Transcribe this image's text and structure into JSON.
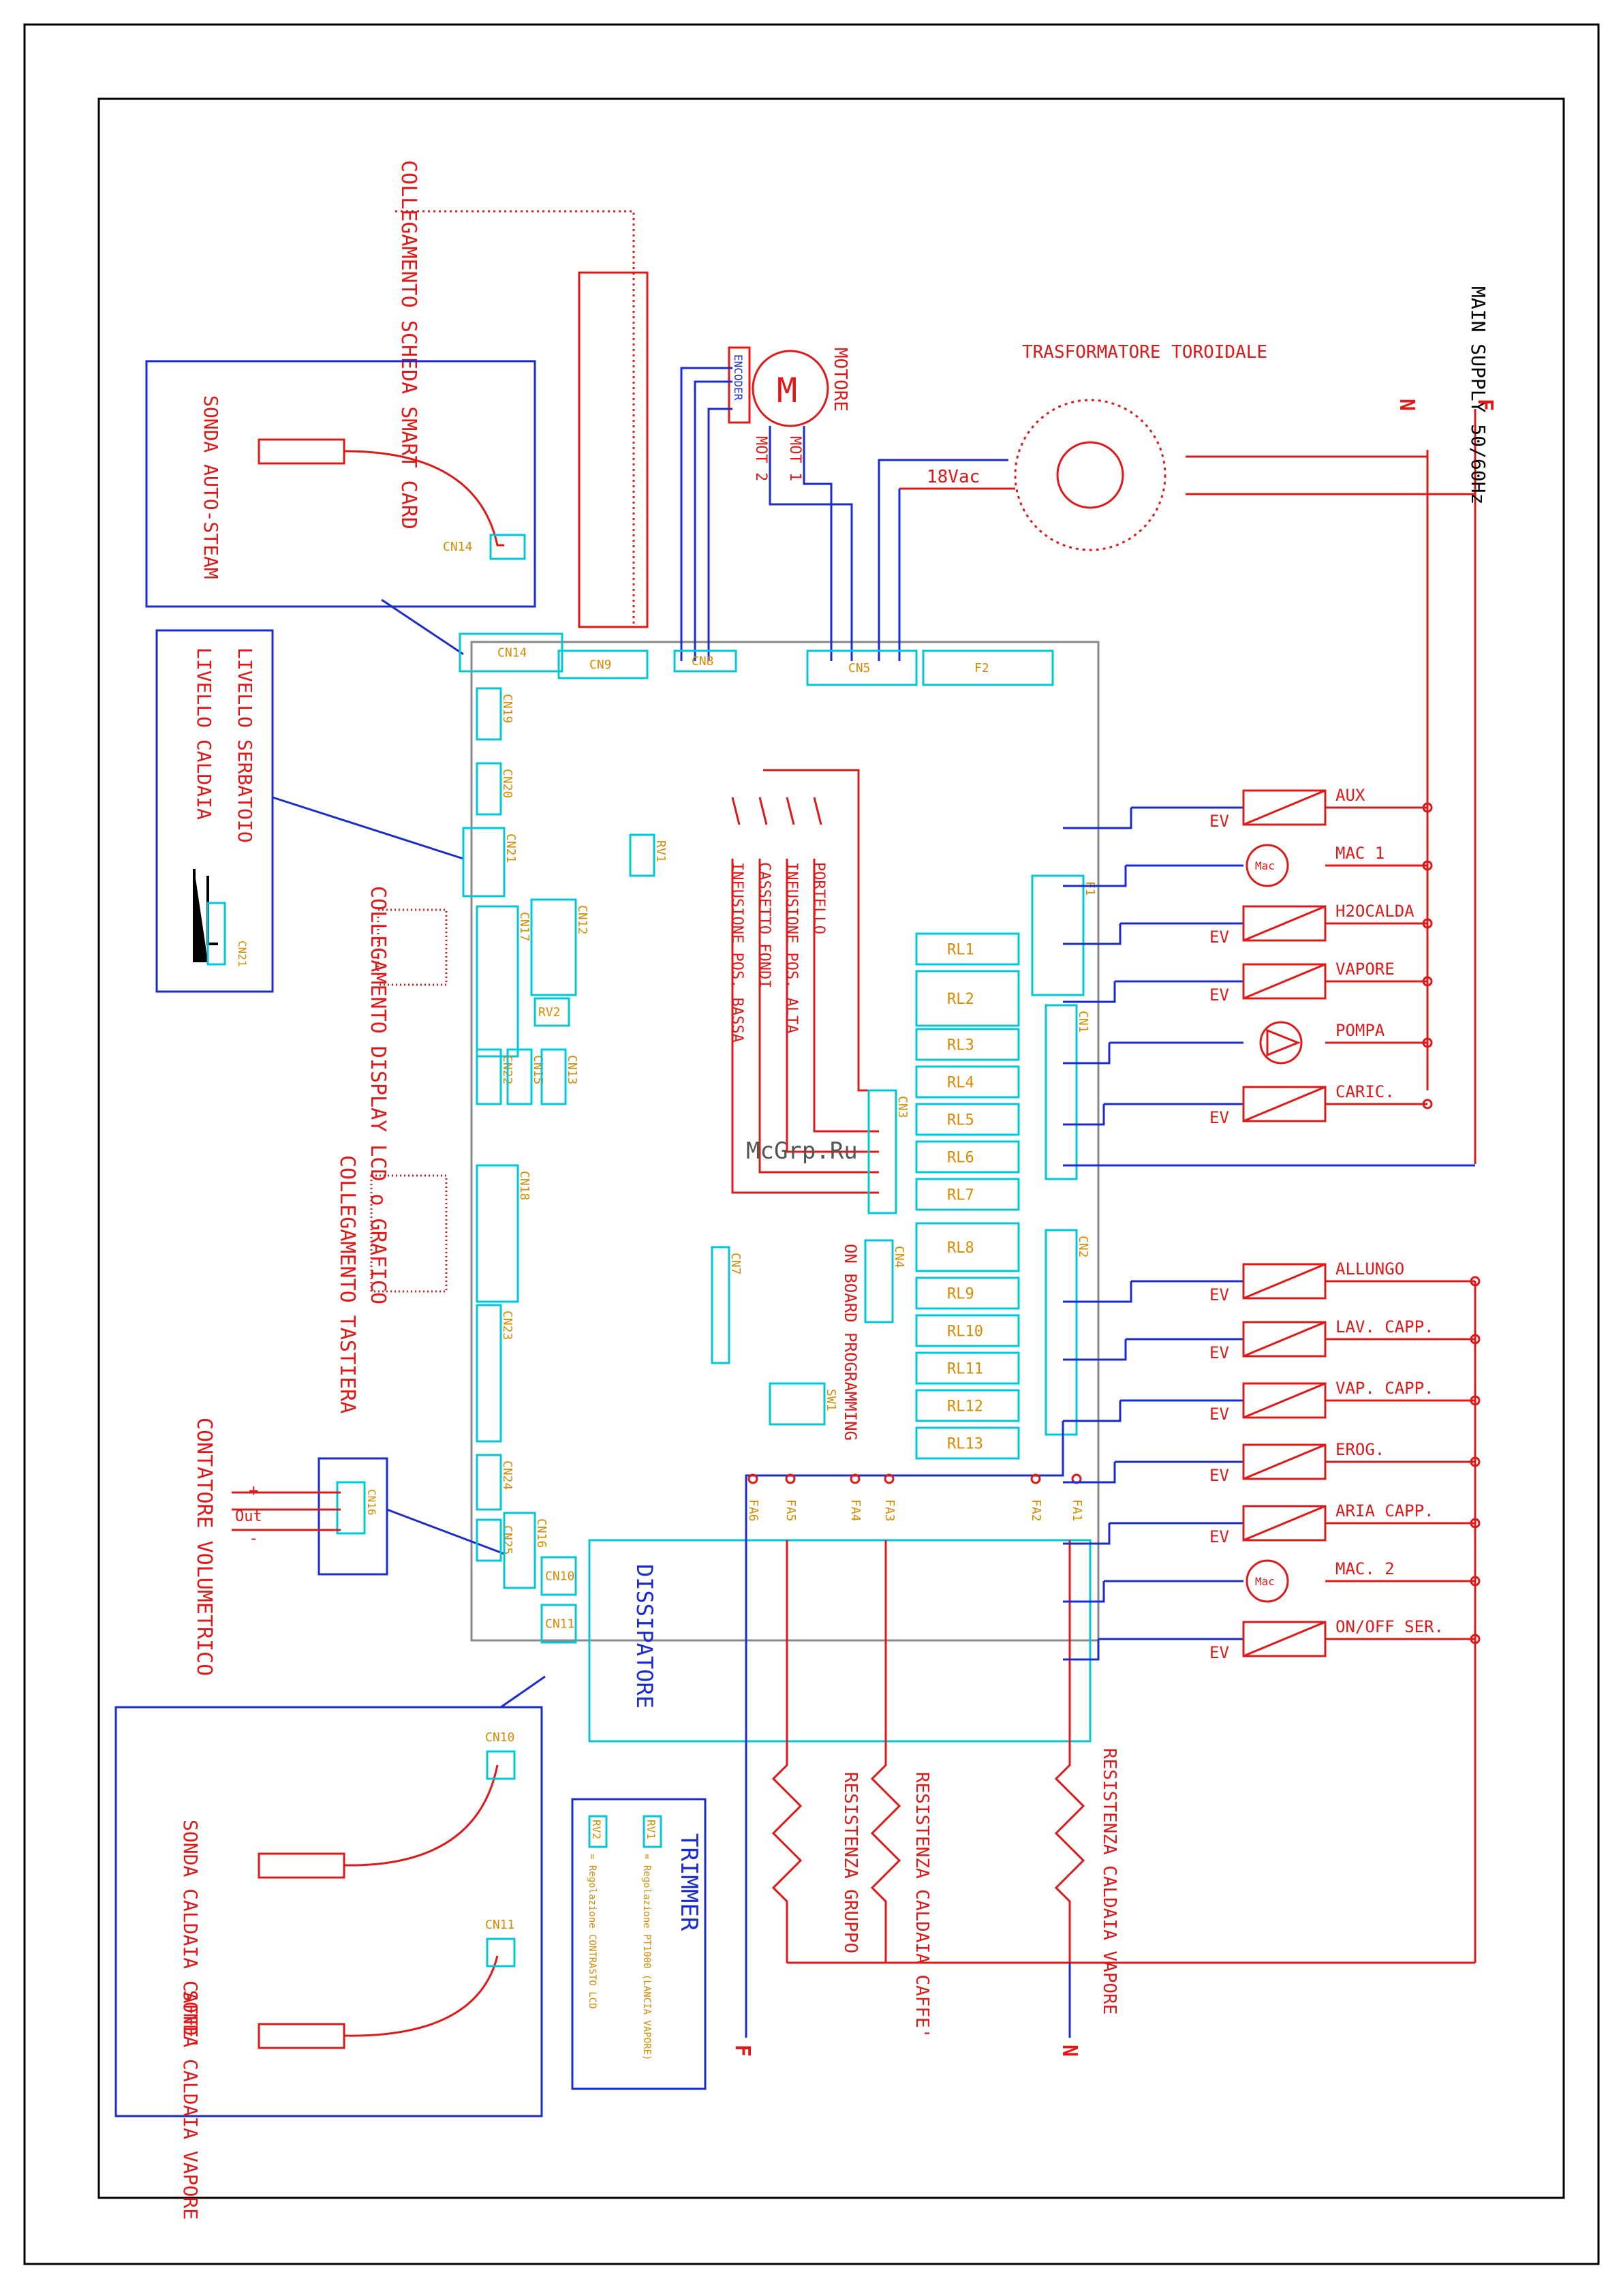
{
  "watermark": "McGrp.Ru",
  "labels": {
    "main_supply": "MAIN SUPPLY\n50/60Hz",
    "n_top": "N",
    "f_top": "F",
    "trasformatore": "TRASFORMATORE TOROIDALE",
    "vac": "18Vac",
    "motore": "MOTORE",
    "encoder": "ENCODER",
    "mot1": "MOT 1",
    "mot2": "MOT 2",
    "collegamento_smart": "COLLEGAMENTO SCHEDA SMART CARD",
    "sonda_auto_steam": "SONDA AUTO-STEAM",
    "livello_serbatoio": "LIVELLO SERBATOIO",
    "livello_caldaia": "LIVELLO CALDAIA",
    "collegamento_display": "COLLEGAMENTO DISPLAY LCD o GRAFICO",
    "collegamento_tastiera": "COLLEGAMENTO TASTIERA",
    "contatore": "CONTATORE VOLUMETRICO",
    "out": "Out",
    "plus": "+",
    "minus": "-",
    "dissipatore": "DISSIPATORE",
    "sonda_caffe": "SONDA CALDAIA CAFFE'",
    "sonda_vapore": "SONDA CALDAIA VAPORE",
    "trimmer_title": "TRIMMER",
    "trimmer_rv1": "= Regolazione PT1000 (LANCIA VAPORE)",
    "trimmer_rv2": "= Regolazione CONTRASTO LCD",
    "res_gruppo": "RESISTENZA GRUPPO",
    "res_caffe": "RESISTENZA CALDAIA CAFFE'",
    "res_vapore": "RESISTENZA CALDAIA VAPORE",
    "f_bottom": "F",
    "n_bottom": "N",
    "on_board": "ON BOARD PROGRAMMING",
    "portello": "PORTELLO",
    "infusione_alta": "INFUSIONE POS. ALTA",
    "cassetto": "CASSETTO FONDI",
    "infusione_bassa": "INFUSIONE POS. BASSA",
    "ev": "EV",
    "mac": "Mac"
  },
  "connectors": [
    "CN14",
    "CN9",
    "CN8",
    "CN5",
    "F2",
    "CN19",
    "CN20",
    "CN21",
    "CN17",
    "CN12",
    "RV2",
    "CN22",
    "CN15",
    "CN13",
    "CN18",
    "CN23",
    "CN24",
    "CN25",
    "CN16",
    "CN10",
    "CN11",
    "CN3",
    "CN4",
    "CN7",
    "CN1",
    "CN2",
    "F1",
    "RV1",
    "SW1"
  ],
  "relays": [
    "RL1",
    "RL2",
    "RL3",
    "RL4",
    "RL5",
    "RL6",
    "RL7",
    "RL8",
    "RL9",
    "RL10",
    "RL11",
    "RL12",
    "RL13"
  ],
  "fuses_fa": [
    "FA6",
    "FA5",
    "FA4",
    "FA3",
    "FA2",
    "FA1"
  ],
  "loads_cn1": [
    "AUX",
    "MAC 1",
    "H2OCALDA",
    "VAPORE",
    "POMPA",
    "CARIC."
  ],
  "loads_cn2": [
    "ALLUNGO",
    "LAV. CAPP.",
    "VAP. CAPP.",
    "EROG.",
    "ARIA CAPP.",
    "MAC. 2",
    "ON/OFF SER."
  ]
}
